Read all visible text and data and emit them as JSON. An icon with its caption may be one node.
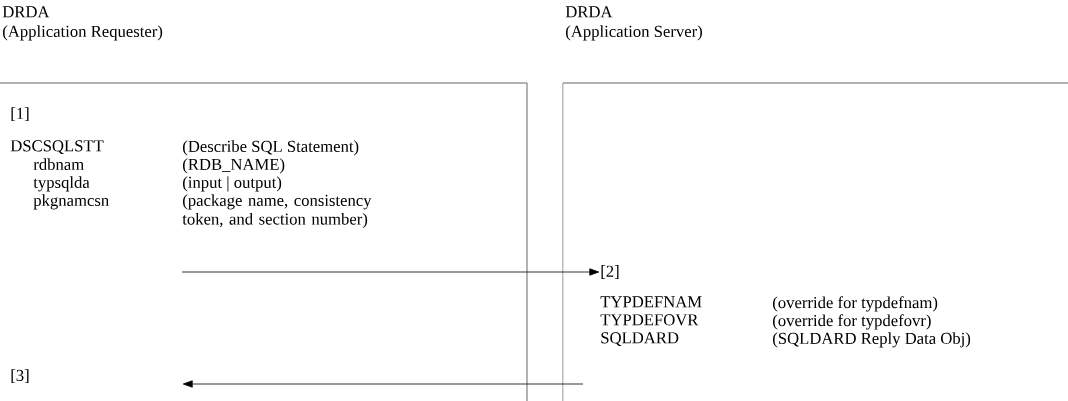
{
  "diagram": {
    "nodes": [
      {
        "text": [
          "DRDA",
          "(Application Requester)"
        ]
      },
      {
        "text": [
          "DRDA",
          "(Application Server)"
        ]
      },
      {
        "text": [
          "[2]"
        ],
        "in": 1
      }
    ],
    "edges": [
      {
        "from": 0,
        "to": 2,
        "arrow": "to"
      },
      {
        "from": 1,
        "to": 0,
        "arrow": "to"
      }
    ],
    "labels": [
      "[1]",
      "DSCSQLSTT",
      "(Describe SQL Statement)",
      "rdbnam",
      "(RDB_NAME)",
      "typsqlda",
      "(input | output)",
      "pkgnamcsn",
      "(package name, consistency token, and section number)",
      "TYPDEFNAM",
      "(override for typdefnam)",
      "TYPDEFOVR",
      "(override for typdefovr)",
      "SQLDARD",
      "(SQLDARD Reply Data Obj)",
      "[3]"
    ]
  }
}
